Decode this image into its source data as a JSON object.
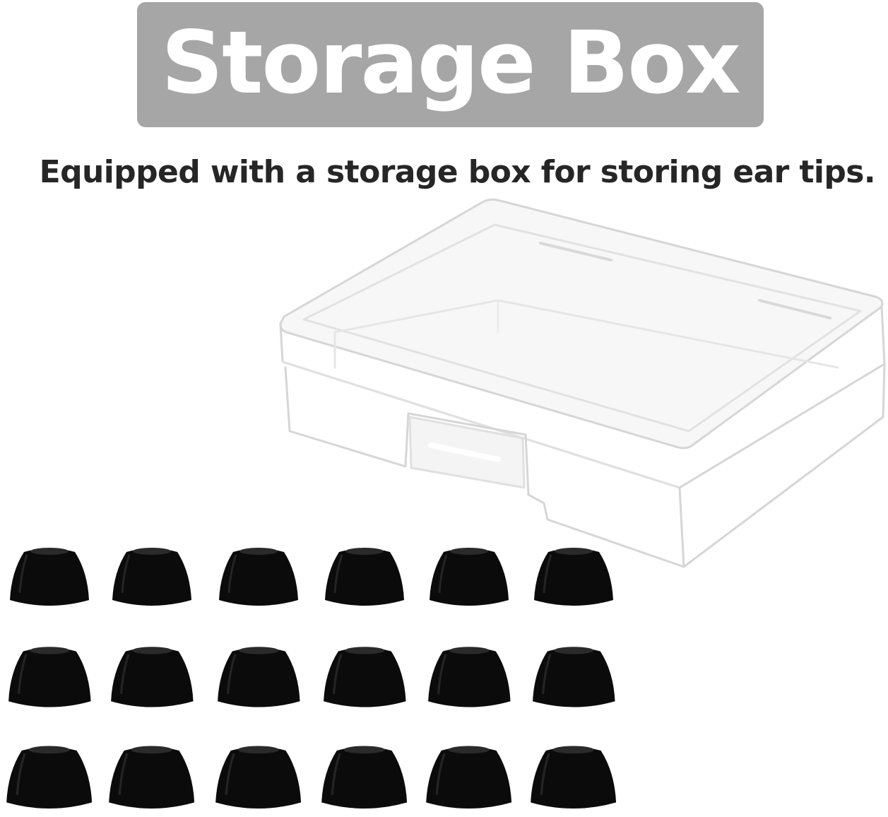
{
  "title": "Storage Box",
  "subtitle": "Equipped with a storage box for storing ear tips.",
  "colors": {
    "banner": "#a6a6a6",
    "title_text": "#ffffff",
    "subtitle_text": "#262626",
    "ear_tip": "#0b0b0b",
    "box_outline": "#d9d9d9"
  },
  "illustrations": {
    "storage_box": "clear-plastic-storage-box",
    "ear_tip_rows": 3,
    "ear_tips_per_row": 6
  }
}
